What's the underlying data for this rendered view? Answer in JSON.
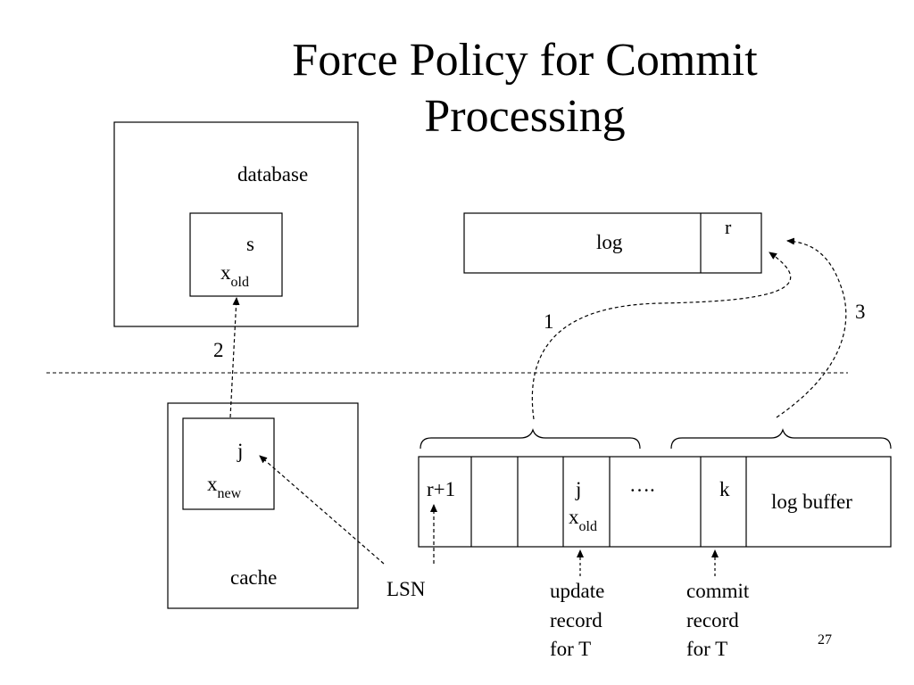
{
  "slide": {
    "title_line1": "Force Policy for Commit",
    "title_line2": "Processing",
    "page_number": "27"
  },
  "database": {
    "label": "database",
    "page_id": "s",
    "value_main": "x",
    "value_sub": "old"
  },
  "cache": {
    "label": "cache",
    "page_id": "j",
    "value_main": "x",
    "value_sub": "new"
  },
  "log": {
    "label": "log",
    "record": "r"
  },
  "log_buffer": {
    "label": "log buffer",
    "cells": [
      {
        "text": "r+1"
      },
      {
        "text": ""
      },
      {
        "text": ""
      },
      {
        "text": "j",
        "value_main": "x",
        "value_sub": "old"
      },
      {
        "text": "…."
      },
      {
        "text": "k"
      }
    ]
  },
  "pointers": {
    "lsn": "LSN",
    "update_record": [
      "update",
      "record",
      "for T"
    ],
    "commit_record": [
      "commit",
      "record",
      "for T"
    ]
  },
  "steps": {
    "step1": "1",
    "step2": "2",
    "step3": "3"
  }
}
